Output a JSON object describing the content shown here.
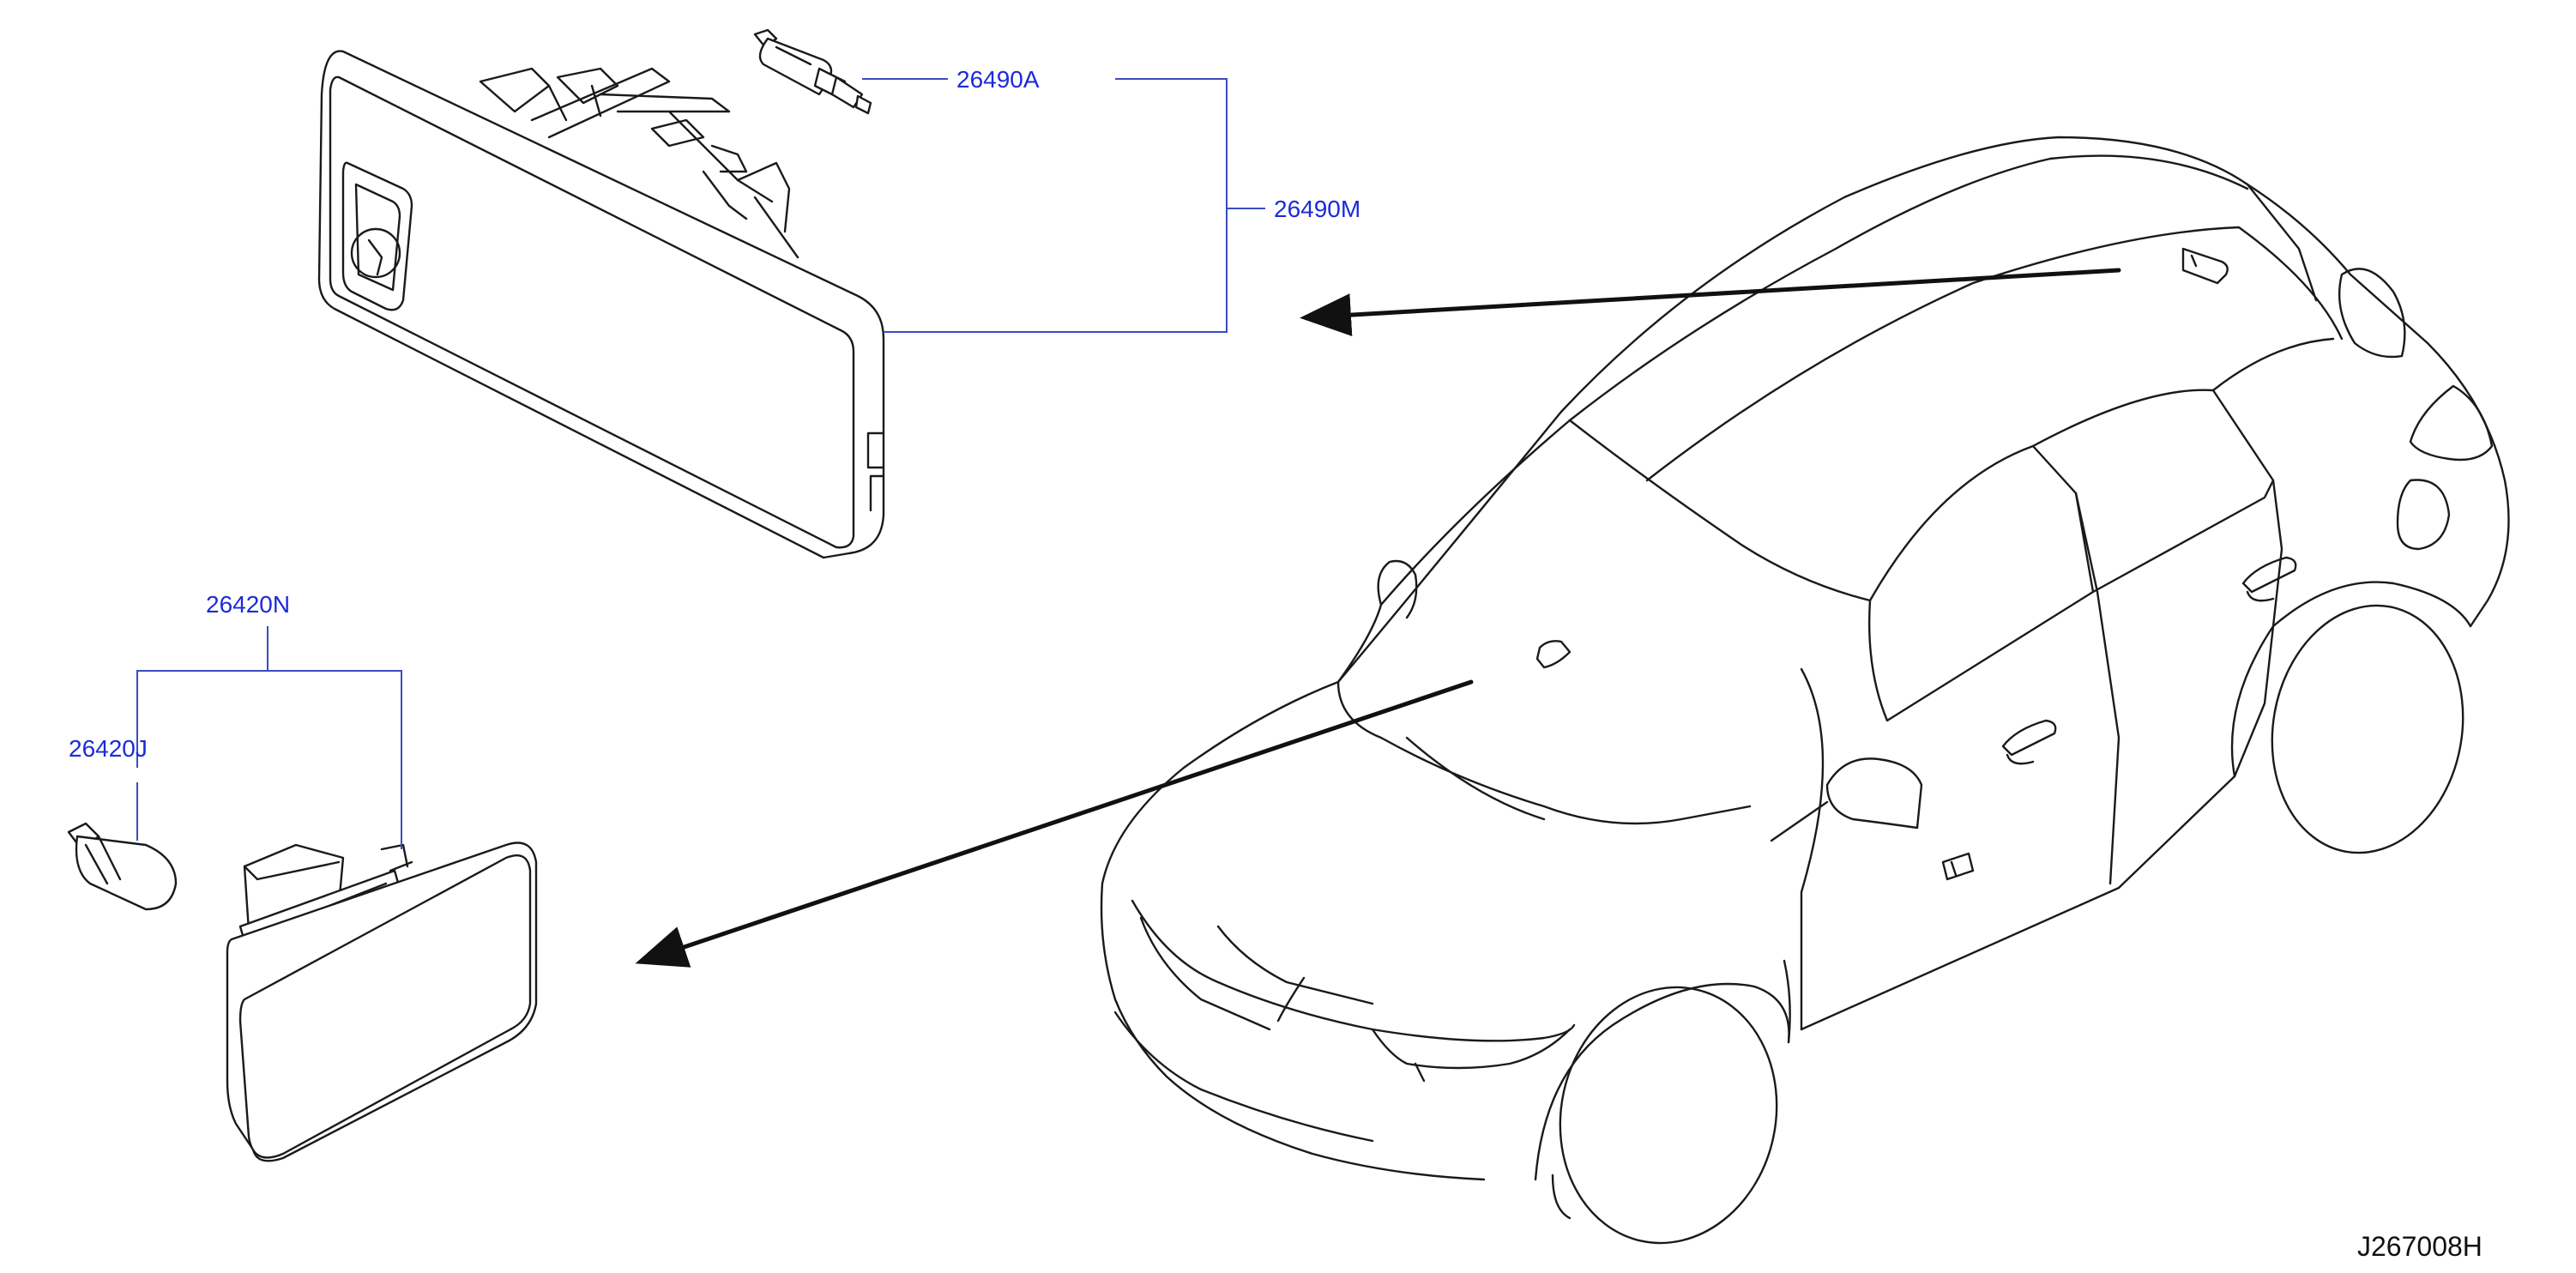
{
  "parts": {
    "p26490A": "26490A",
    "p26490M": "26490M",
    "p26420N": "26420N",
    "p26420J": "26420J"
  },
  "drawing_code": "J267008H",
  "colors": {
    "label": "#1c2bd6",
    "leader": "#3b4cc0",
    "line": "#1a1a1a"
  }
}
